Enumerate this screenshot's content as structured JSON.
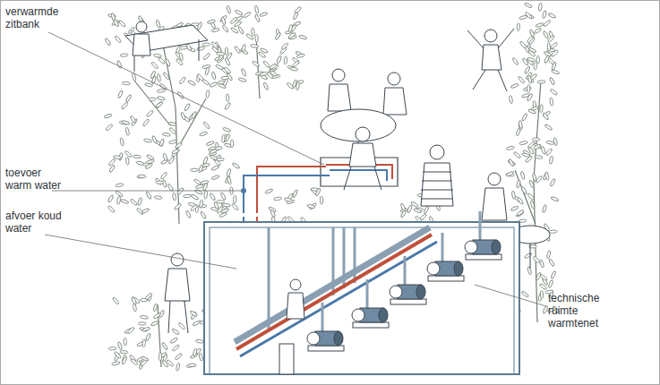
{
  "diagram": {
    "labels": [
      "verwarmde zitbank",
      "toevoer warm water",
      "afvoer koud water",
      "technische ruimte warmtenet"
    ]
  }
}
